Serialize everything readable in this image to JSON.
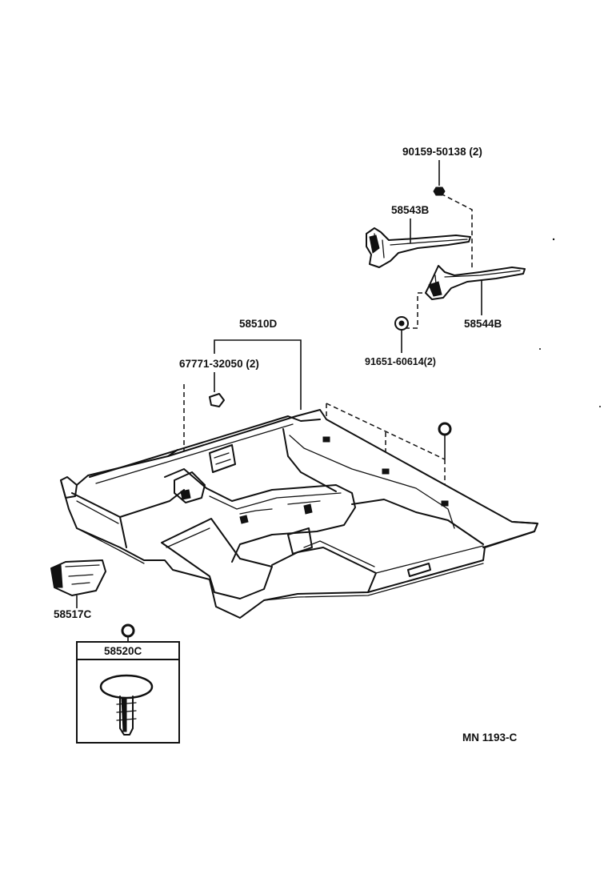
{
  "parts": {
    "bolt_top": "90159-50138 (2)",
    "bracket_upper": "58543B",
    "bracket_lower": "58544B",
    "nut": "91651-60614(2)",
    "carpet": "58510D",
    "clip_pair": "67771-32050 (2)",
    "side_piece": "58517C",
    "clip_box": "58520C"
  },
  "figure_code": "MN  1193-C"
}
